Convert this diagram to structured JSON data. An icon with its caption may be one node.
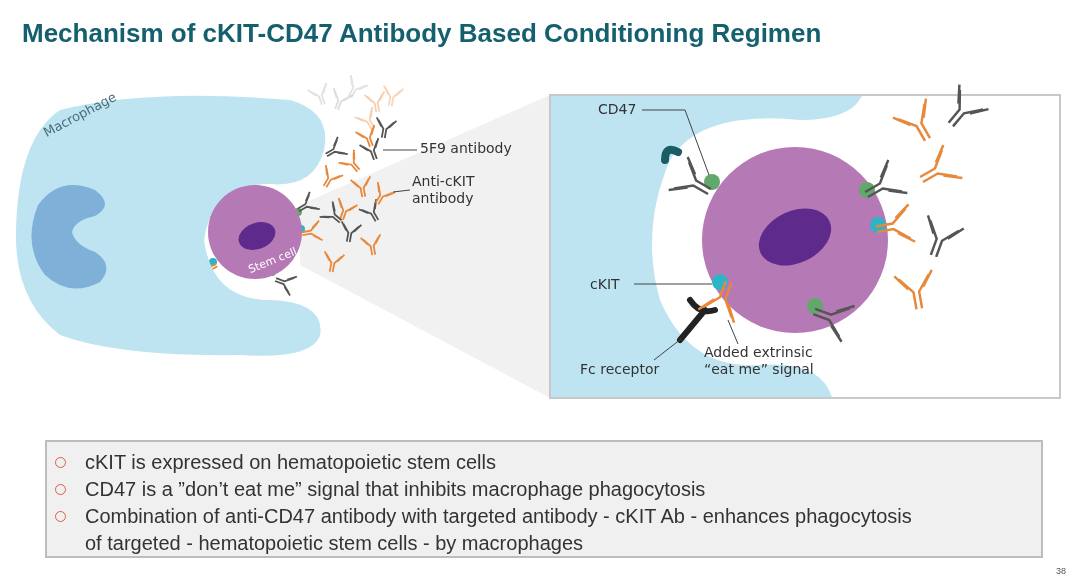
{
  "diagram": {
    "title": "Mechanism of cKIT-CD47 Antibody Based Conditioning Regimen",
    "nodes": [
      {
        "text": [
          "Macrophage"
        ]
      },
      {
        "text": [
          "Stem cell"
        ]
      },
      {
        "text": [
          "5F9 antibody"
        ]
      },
      {
        "text": [
          "Anti-cKIT antibody"
        ]
      },
      {
        "text": [
          "CD47"
        ]
      },
      {
        "text": [
          "cKIT"
        ]
      },
      {
        "text": [
          "Fc receptor"
        ]
      },
      {
        "text": [
          "Added extrinsic “eat me” signal"
        ]
      },
      {
        "text": [],
        "shape": "picture"
      },
      {
        "text": [],
        "shape": "picture"
      },
      {
        "text": [],
        "shape": "circle"
      },
      {
        "text": [],
        "shape": "circle"
      },
      {
        "text": [],
        "shape": "picture"
      },
      {
        "text": [],
        "shape": "picture"
      }
    ],
    "edges": [
      {
        "from": 2,
        "to": 8,
        "arrow": "none"
      },
      {
        "from": 3,
        "to": 9,
        "arrow": "none"
      },
      {
        "from": 4,
        "to": 10,
        "arrow": "none"
      },
      {
        "from": 5,
        "to": 11,
        "arrow": "none"
      },
      {
        "from": 6,
        "to": 12,
        "arrow": "none"
      },
      {
        "from": 7,
        "to": 13,
        "arrow": "none"
      }
    ],
    "labels": [
      "cKIT is expressed on hematopoietic stem cells",
      "CD47 is a ”don’t eat me” signal that inhibits macrophage phagocytosis",
      "Combination of anti-CD47 antibody with targeted antibody - cKIT Ab - enhances phagocytosis of targeted - hematopoietic stem cells - by macrophages",
      "38"
    ]
  }
}
